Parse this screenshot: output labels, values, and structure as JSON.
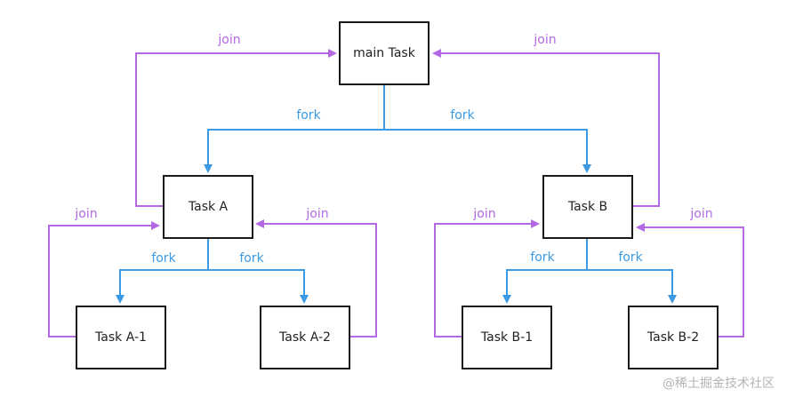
{
  "colors": {
    "fork": "#3b9ae3",
    "join": "#b369e4",
    "node_border": "#1a1a1a",
    "watermark": "#b4b4b4"
  },
  "nodes": {
    "main": "main Task",
    "task_a": "Task A",
    "task_b": "Task B",
    "task_a1": "Task A-1",
    "task_a2": "Task A-2",
    "task_b1": "Task B-1",
    "task_b2": "Task B-2"
  },
  "edge_labels": {
    "fork": "fork",
    "join": "join"
  },
  "watermark": "@稀土掘金技术社区"
}
